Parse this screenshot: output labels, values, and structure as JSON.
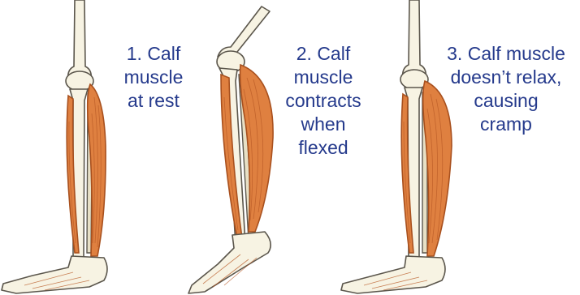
{
  "captions": [
    {
      "lines": [
        "1. Calf",
        "muscle",
        "at rest"
      ]
    },
    {
      "lines": [
        "2. Calf",
        "muscle",
        "contracts",
        "when",
        "flexed"
      ]
    },
    {
      "lines": [
        "3. Calf muscle",
        "doesn’t relax,",
        "causing",
        "cramp"
      ]
    }
  ],
  "colors": {
    "caption_text": "#253a8c",
    "muscle": "#df8040",
    "bone": "#f7f3e3"
  }
}
